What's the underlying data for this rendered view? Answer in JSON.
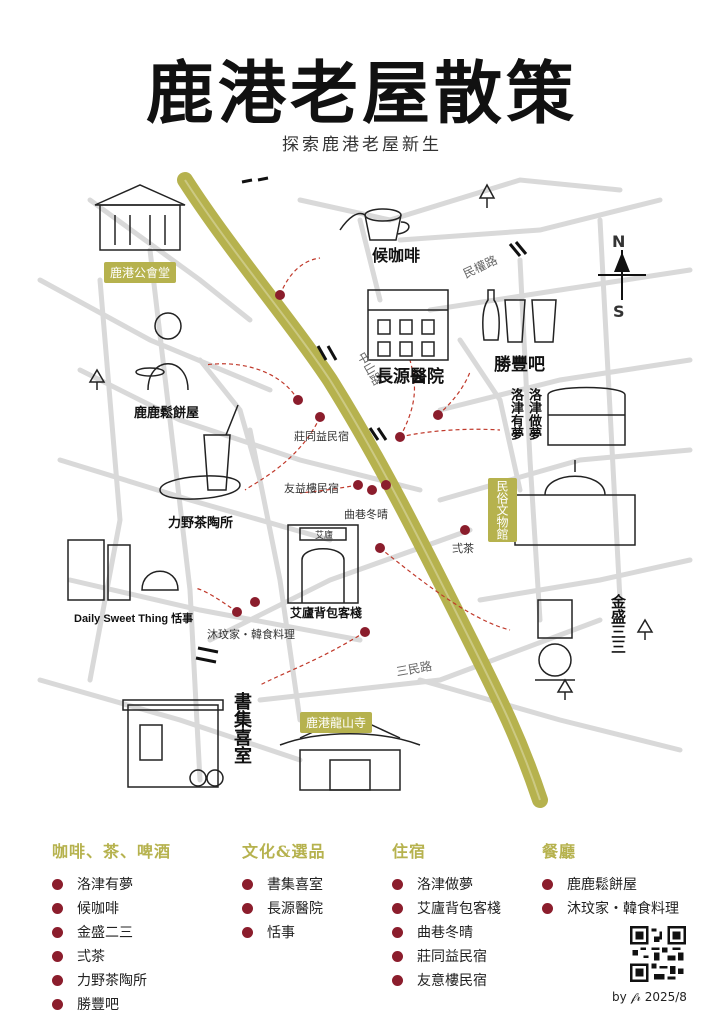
{
  "title": "鹿港老屋散策",
  "subtitle": "探索鹿港老屋新生",
  "map": {
    "roads": {
      "zhongshan": "中山路",
      "minquan": "民權路",
      "sanmin": "三民路"
    },
    "tags": {
      "gonghuitang": "鹿港公會堂",
      "minsu": "民俗文物館",
      "longshan": "鹿港龍山寺"
    },
    "compass": {
      "n": "N",
      "s": "S"
    },
    "illustration_labels": {
      "hou_kafei": "候咖啡",
      "changyuan": "長源醫院",
      "shengfeng": "勝豐吧",
      "luojin_left": "洛津有夢",
      "luojin_right": "洛津做夢",
      "lulu": "鹿鹿鬆餅屋",
      "liye": "力野茶陶所",
      "daily": "Daily Sweet Thing 恬事",
      "ailu": "艾廬背包客棧",
      "jinsheng": "金盛三三",
      "shuji": "書集喜室",
      "shuji_sign": "艾廬"
    },
    "place_labels": {
      "zhuangtong": "莊同益民宿",
      "youyi": "友益樓民宿",
      "quxiang": "曲巷冬晴",
      "shicha": "弍茶",
      "muwen": "沐玟家・韓食料理"
    }
  },
  "legend": [
    {
      "heading": "咖啡、茶、啤酒",
      "items": [
        "洛津有夢",
        "候咖啡",
        "金盛二三",
        "弍茶",
        "力野茶陶所",
        "勝豐吧"
      ]
    },
    {
      "heading": "文化&選品",
      "items": [
        "書集喜室",
        "長源醫院",
        "恬事"
      ]
    },
    {
      "heading": "住宿",
      "items": [
        "洛津做夢",
        "艾廬背包客棧",
        "曲巷冬晴",
        "莊同益民宿",
        "友意樓民宿"
      ]
    },
    {
      "heading": "餐廳",
      "items": [
        "鹿鹿鬆餅屋",
        "沐玟家・韓食料理"
      ]
    }
  ],
  "credit": "by 𝒻𝓇 2025/8",
  "colors": {
    "accent": "#b6b24e",
    "marker": "#8b1d2c",
    "road": "#d8d8d8"
  }
}
